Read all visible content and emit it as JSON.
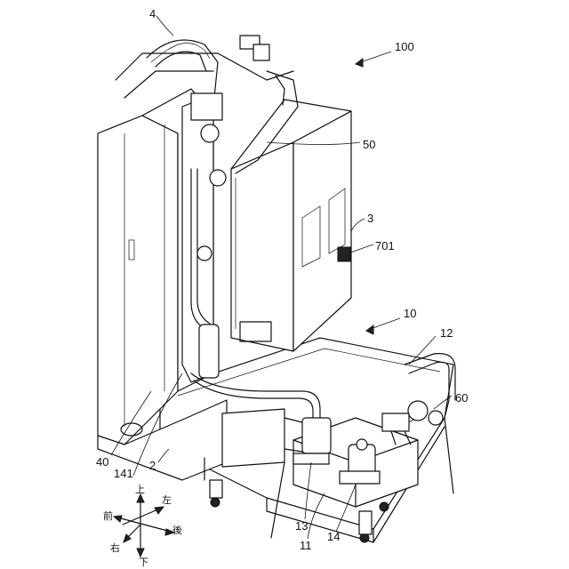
{
  "labels": {
    "l100": "100",
    "l4": "4",
    "l50": "50",
    "l3": "3",
    "l701": "701",
    "l10": "10",
    "l12": "12",
    "l60": "60",
    "l40": "40",
    "l141": "141",
    "l2": "2",
    "l13": "13",
    "l11": "11",
    "l14": "14"
  },
  "axes": {
    "up": "上",
    "down": "下",
    "left": "左",
    "right": "右",
    "front": "前",
    "back": "後"
  }
}
